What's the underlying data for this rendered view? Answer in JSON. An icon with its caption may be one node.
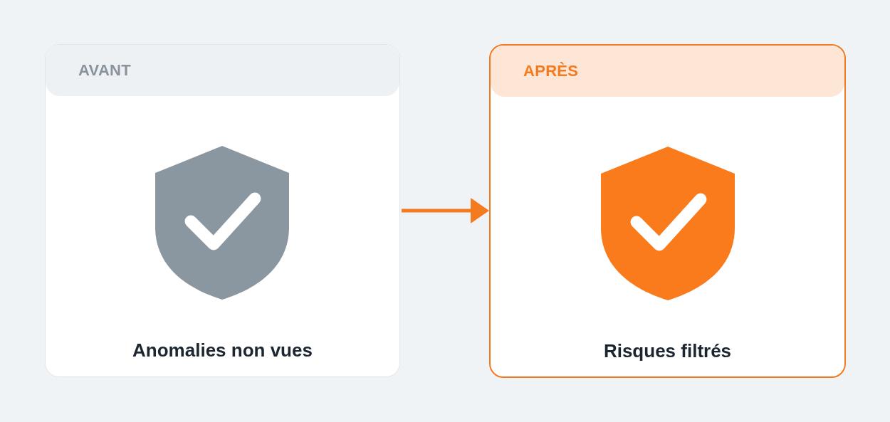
{
  "diagram": {
    "nodes": [
      {
        "text": [
          "AVANT",
          "Anomalies non vues"
        ]
      },
      {
        "text": [
          "APRÈS",
          "Risques filtrés"
        ]
      }
    ],
    "edges": [
      {
        "from": 0,
        "to": 1,
        "arrow": "to",
        "color": "#f47a20"
      }
    ]
  }
}
